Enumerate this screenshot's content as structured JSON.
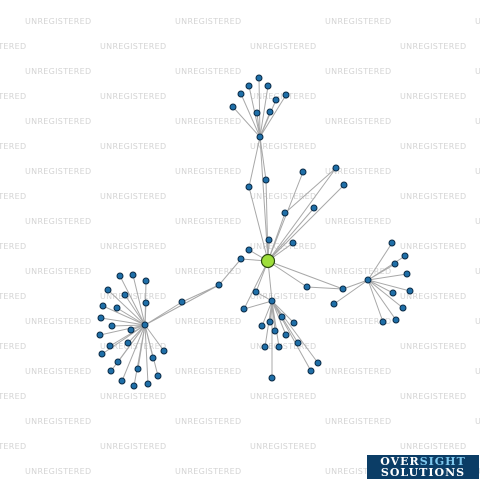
{
  "watermark": {
    "text": "UNREGISTERED"
  },
  "logo": {
    "line1_a": "OVER",
    "line1_b": "SIGHT",
    "line2": "SOLUTIONS"
  },
  "colors": {
    "node": "#1f6fa8",
    "center": "#9ede3a",
    "edge": "#a8a8a8",
    "logo_bg": "#0b3d66",
    "logo_accent": "#7ec8ee"
  }
}
